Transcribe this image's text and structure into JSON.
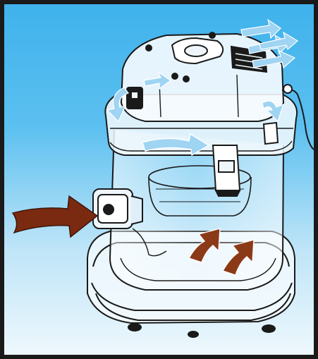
{
  "diagram": {
    "subject": "wet-dry-vacuum-cleaner-airflow",
    "colors": {
      "background_top": "#3fb2ec",
      "background_bottom": "#eef8fd",
      "frame": "#1a1a1a",
      "line": "#1a1a1a",
      "intake_arrow": "#7a2a10",
      "internal_arrow": "#8b3a18",
      "exhaust_arrow": "#9fd4f2"
    },
    "arrows": [
      {
        "role": "air-intake",
        "color": "intake_arrow"
      },
      {
        "role": "air-rising-in-tank",
        "color": "internal_arrow"
      },
      {
        "role": "air-through-filter",
        "color": "exhaust_arrow"
      },
      {
        "role": "air-exhaust",
        "color": "exhaust_arrow"
      }
    ]
  }
}
